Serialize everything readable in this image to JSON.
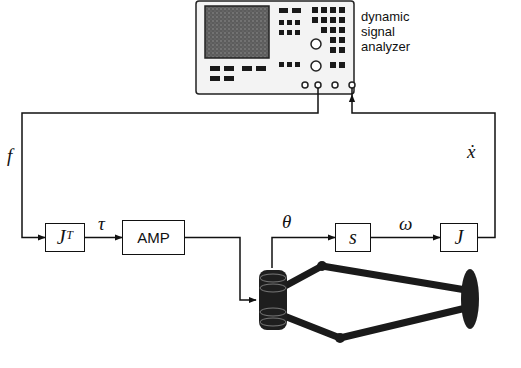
{
  "diagram": {
    "nodes": [
      {
        "text": [
          "dynamic signal analyzer"
        ]
      },
      {
        "text": [
          "Jᵀ"
        ]
      },
      {
        "text": [
          "AMP"
        ]
      },
      {
        "text": [
          "s"
        ]
      },
      {
        "text": [
          "J"
        ]
      }
    ],
    "edges": [
      {
        "from": 0,
        "to": 1,
        "arrow": "to",
        "label": "f"
      },
      {
        "from": 1,
        "to": 2,
        "arrow": "to",
        "label": "τ"
      },
      {
        "from": 3,
        "to": 4,
        "arrow": "to",
        "label": "ω"
      },
      {
        "from": 4,
        "to": 0,
        "arrow": "to",
        "label": "ẋ"
      }
    ],
    "labels": [
      "θ"
    ]
  }
}
